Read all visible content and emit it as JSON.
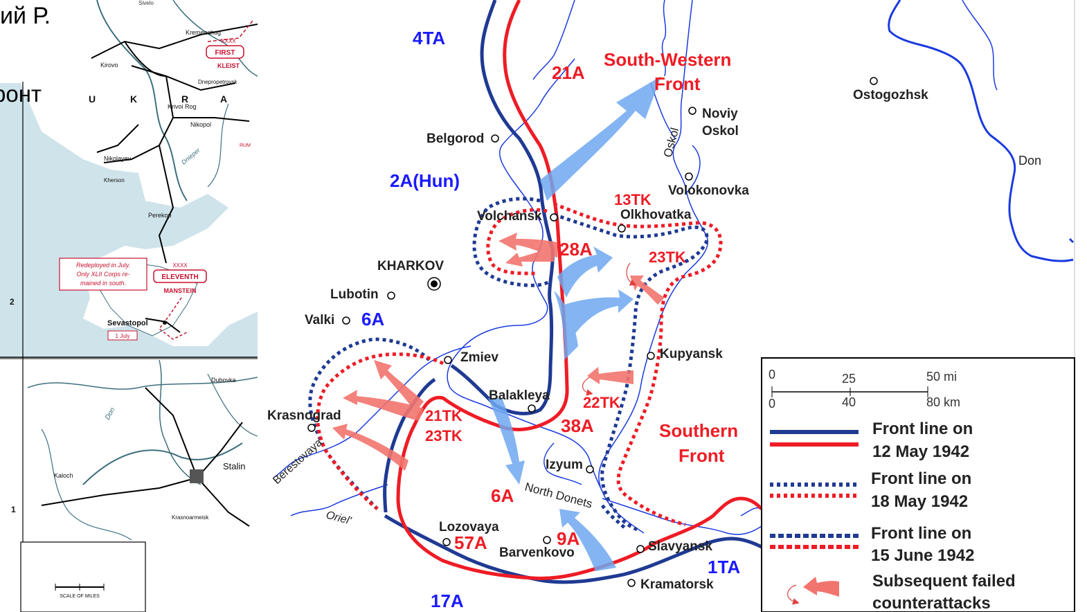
{
  "slide": {
    "line1": "ий Р.",
    "line2": "ронт"
  },
  "left_map": {
    "top_strip_label": "Sivelo",
    "letters": [
      "U",
      "K",
      "R",
      "A"
    ],
    "places": {
      "kremenchug": "Kremenchug",
      "kirovo": "Kirovo",
      "dnepropetrovsk": "Dnepropetrovsk",
      "krivoi_rog": "Krivoi Rog",
      "nikopol": "Nikopol",
      "nikolayev": "Nikolayev",
      "kherson": "Kherson",
      "perekop": "Perekop",
      "sevastopol": "Sevastopol",
      "dubovka": "Dubovka",
      "kaloch": "Kaloch",
      "stalingrad": "Stalin",
      "krasnoarmeisk": "Krasnoarmeisk",
      "dnieper": "Dnieper",
      "don": "Don",
      "rum": "RUM"
    },
    "units": {
      "first": "FIRST",
      "first_army": "KLEIST",
      "eleventh": "ELEVENTH",
      "manstein": "MANSTEIN",
      "xxxx": "XXXX"
    },
    "note": [
      "Redeployed in July.",
      "Only XLII Corps re-",
      "mained in south."
    ],
    "date_box": "1 July",
    "grid": [
      "2",
      "1"
    ],
    "scale_label": "SCALE OF MILES"
  },
  "armies": {
    "ta4": "4TA",
    "a21": "21A",
    "a2hun": "2A(Hun)",
    "tk13": "13TK",
    "a28": "28A",
    "tk23a": "23TK",
    "a6a": "6A",
    "tk22": "22TK",
    "tk21": "21TK",
    "tk23b": "23TK",
    "a38": "38A",
    "a6b": "6A",
    "a57": "57A",
    "a9": "9A",
    "ta1": "1TA",
    "a17": "17A"
  },
  "fronts": {
    "sw_line1": "South-Western",
    "sw_line2": "Front",
    "s_line1": "Southern",
    "s_line2": "Front"
  },
  "cities": {
    "belgorod": "Belgorod",
    "noviy_oskol_1": "Noviy",
    "noviy_oskol_2": "Oskol",
    "ostogozhsk": "Ostogozhsk",
    "volokonovka": "Volokonovka",
    "volchansk": "Volchansk",
    "olkhovatka": "Olkhovatka",
    "kharkov": "KHARKOV",
    "lubotin": "Lubotin",
    "valki": "Valki",
    "zmiev": "Zmiev",
    "kupyansk": "Kupyansk",
    "balakleya": "Balakleya",
    "krasnograd": "Krasnograd",
    "izyum": "Izyum",
    "lozovaya": "Lozovaya",
    "barvenkovo": "Barvenkovo",
    "slavyansk": "Slavyansk",
    "kramatorsk": "Kramatorsk"
  },
  "rivers": {
    "oskol": "Oskol",
    "don": "Don",
    "north_donets": "North Donets",
    "berestovaya": "Berestovaya",
    "oriel": "Oriel'"
  },
  "legend": {
    "scale_0_top": "0",
    "scale_25": "25",
    "scale_50": "50 mi",
    "scale_0_bottom": "0",
    "scale_40": "40",
    "scale_80": "80 km",
    "line1_a": "Front line on",
    "line1_b": "12 May 1942",
    "line2_a": "Front line on",
    "line2_b": "18 May 1942",
    "line3_a": "Front line on",
    "line3_b": "15 June 1942",
    "line4_a": "Subsequent failed",
    "line4_b": "counterattacks"
  },
  "colors": {
    "soviet_red": "#ee1c25",
    "german_blue": "#1f3a93",
    "river_blue": "#1a3adf",
    "arrow_blue": "#6fa8f0",
    "arrow_red": "#f2746e"
  }
}
